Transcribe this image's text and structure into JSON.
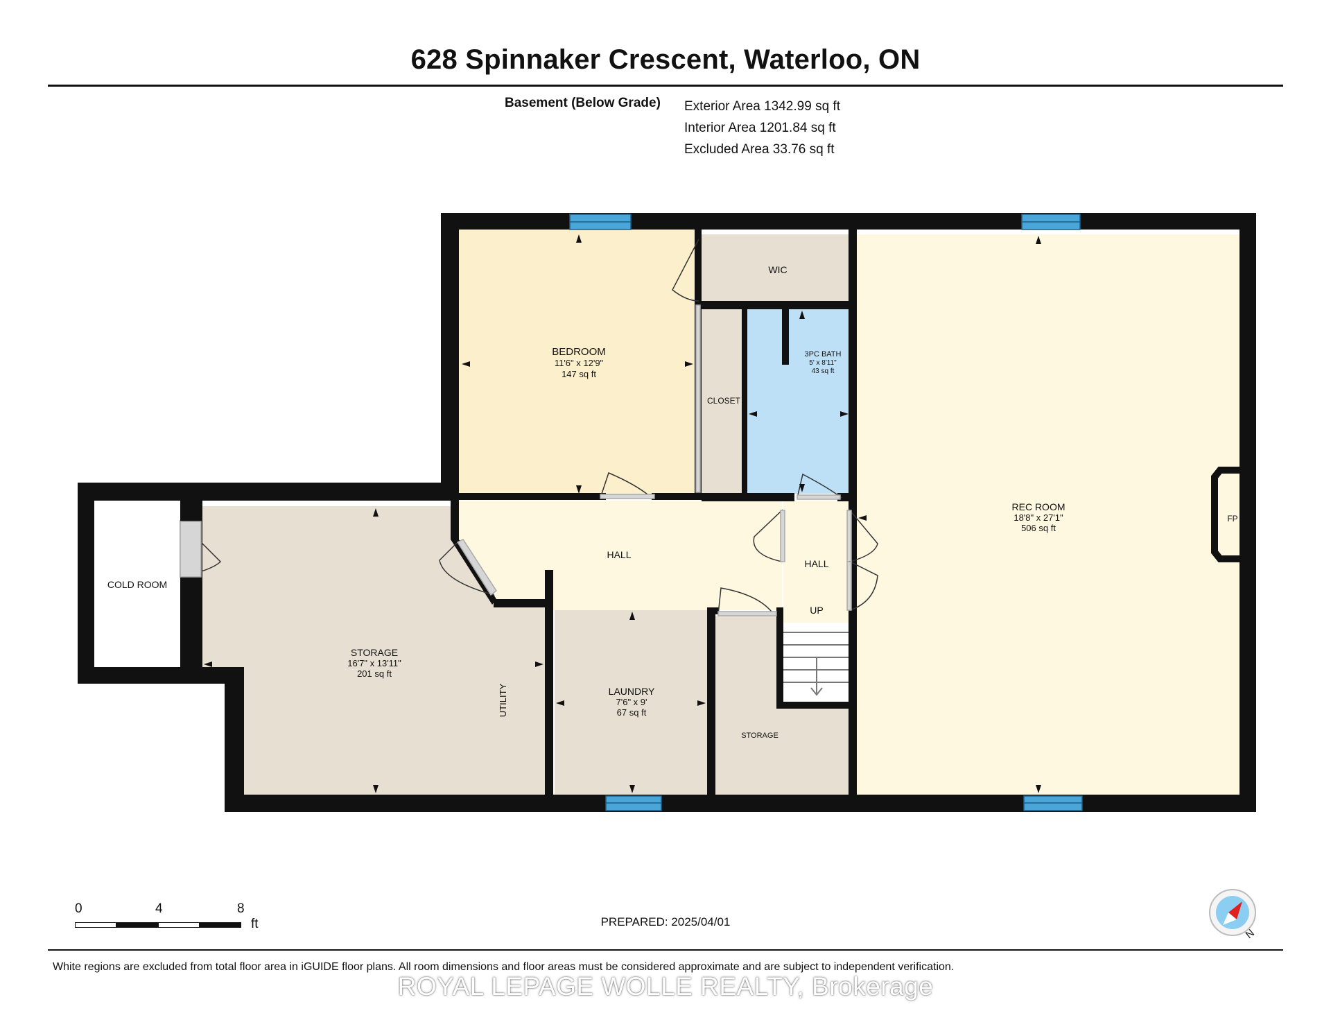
{
  "title": "628 Spinnaker Crescent, Waterloo, ON",
  "area_summary": {
    "level": "Basement (Below Grade)",
    "exterior": "Exterior Area 1342.99 sq ft",
    "interior": "Interior Area 1201.84 sq ft",
    "excluded": "Excluded Area 33.76 sq ft"
  },
  "rooms": {
    "bedroom": {
      "name": "BEDROOM",
      "dims": "11'6\" x 12'9\"",
      "area": "147 sq ft"
    },
    "wic": {
      "name": "WIC"
    },
    "closet": {
      "name": "CLOSET"
    },
    "bath": {
      "name": "3PC BATH",
      "dims": "5' x 8'11\"",
      "area": "43 sq ft"
    },
    "rec": {
      "name": "REC ROOM",
      "dims": "18'8\" x 27'1\"",
      "area": "506 sq ft"
    },
    "fp": {
      "name": "FP"
    },
    "cold": {
      "name": "COLD ROOM"
    },
    "hall1": {
      "name": "HALL"
    },
    "hall2": {
      "name": "HALL"
    },
    "up": {
      "name": "UP"
    },
    "storage1": {
      "name": "STORAGE",
      "dims": "16'7\" x 13'11\"",
      "area": "201 sq ft"
    },
    "utility": {
      "name": "UTILITY"
    },
    "laundry": {
      "name": "LAUNDRY",
      "dims": "7'6\" x 9'",
      "area": "67 sq ft"
    },
    "storage2": {
      "name": "STORAGE"
    }
  },
  "colors": {
    "wall": "#111111",
    "bedroom": "#fcefcb",
    "bath": "#bde0f7",
    "hall": "#fef8e0",
    "storage": "#e7dfd1",
    "window": "#4aa6d9"
  },
  "scale": {
    "zero": "0",
    "mid": "4",
    "end": "8",
    "unit": "ft"
  },
  "prepared": "PREPARED: 2025/04/01",
  "compass": {
    "label": "N",
    "icon": "compass-icon"
  },
  "disclaimer": "White regions are excluded from total floor area in iGUIDE floor plans. All room dimensions and floor areas must be considered approximate and are subject to independent verification.",
  "watermark": "ROYAL LEPAGE WOLLE REALTY, Brokerage"
}
